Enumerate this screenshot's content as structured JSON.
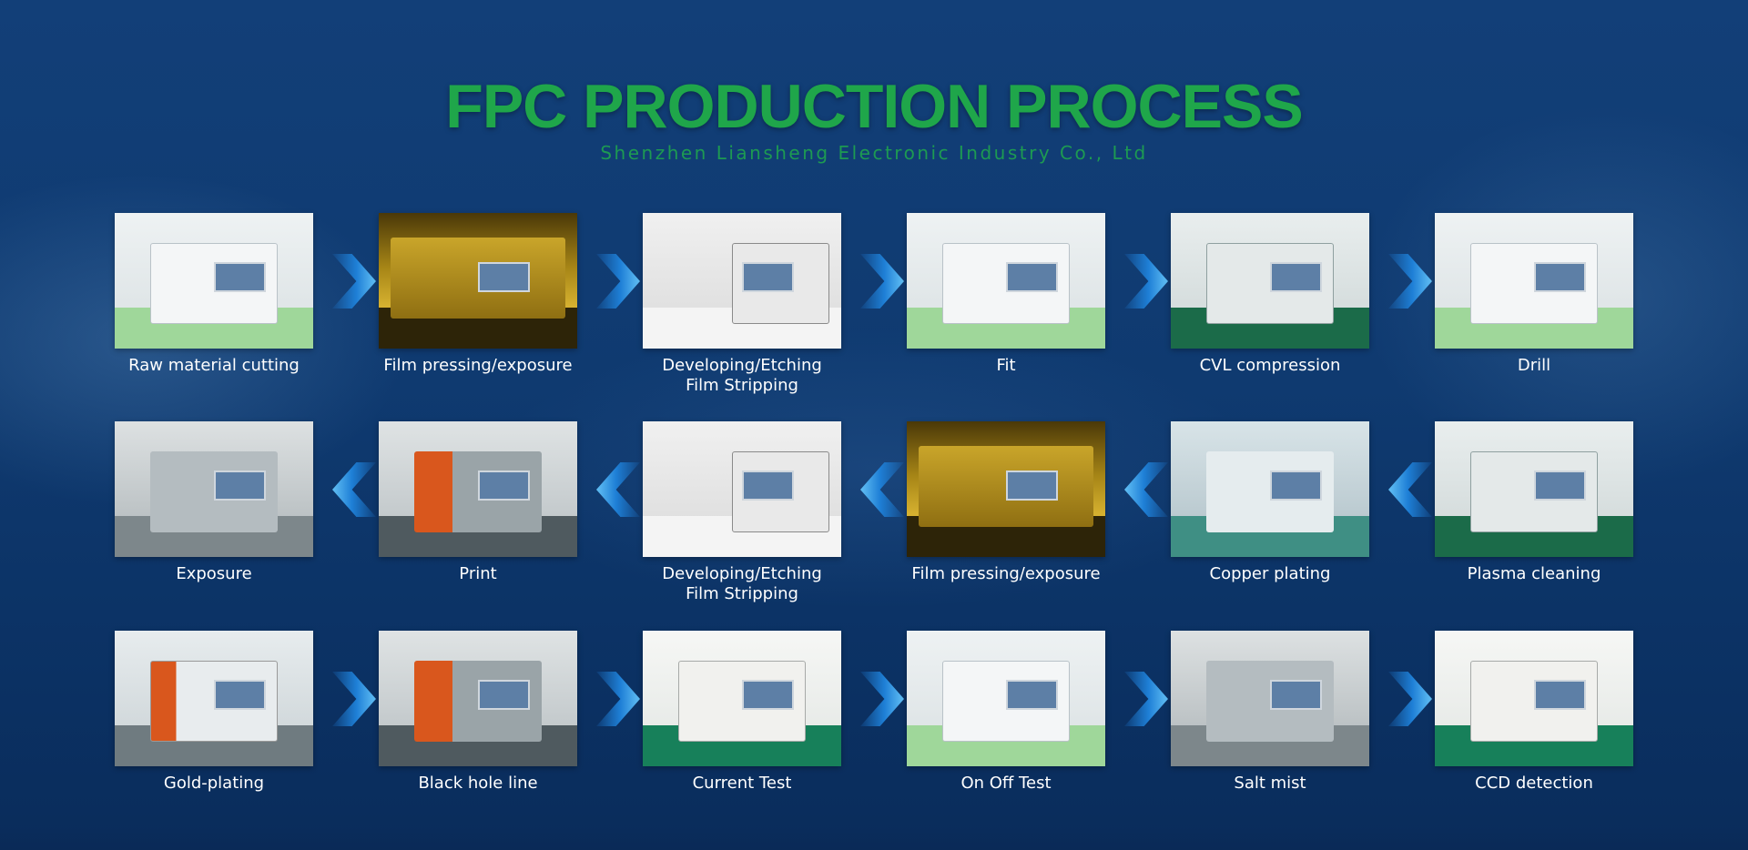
{
  "header": {
    "title": "FPC PRODUCTION PROCESS",
    "subtitle": "Shenzhen Liansheng Electronic Industry Co., Ltd"
  },
  "colors": {
    "title": "#1fa64a",
    "subtitle": "#1d9a52",
    "background": "#0f3a70",
    "arrow": "#1e7fd6",
    "caption": "#ffffff"
  },
  "rows": [
    {
      "direction": "right",
      "steps": [
        {
          "label": "Raw material cutting",
          "photo": "white"
        },
        {
          "label": "Film pressing/exposure",
          "photo": "gold"
        },
        {
          "label": "Developing/Etching\nFilm Stripping",
          "photo": "lab"
        },
        {
          "label": "Fit",
          "photo": "white"
        },
        {
          "label": "CVL compression",
          "photo": "green"
        },
        {
          "label": "Drill",
          "photo": "white"
        }
      ]
    },
    {
      "direction": "left",
      "steps": [
        {
          "label": "Exposure",
          "photo": "grey"
        },
        {
          "label": "Print",
          "photo": "dark"
        },
        {
          "label": "Developing/Etching\nFilm Stripping",
          "photo": "lab"
        },
        {
          "label": "Film pressing/exposure",
          "photo": "gold"
        },
        {
          "label": "Copper plating",
          "photo": "cyan"
        },
        {
          "label": "Plasma cleaning",
          "photo": "green"
        }
      ]
    },
    {
      "direction": "right",
      "steps": [
        {
          "label": "Gold-plating",
          "photo": "orange"
        },
        {
          "label": "Black hole line",
          "photo": "dark"
        },
        {
          "label": "Current Test",
          "photo": "green2"
        },
        {
          "label": "On Off Test",
          "photo": "white"
        },
        {
          "label": "Salt mist",
          "photo": "grey"
        },
        {
          "label": "CCD detection",
          "photo": "green2"
        }
      ]
    }
  ]
}
